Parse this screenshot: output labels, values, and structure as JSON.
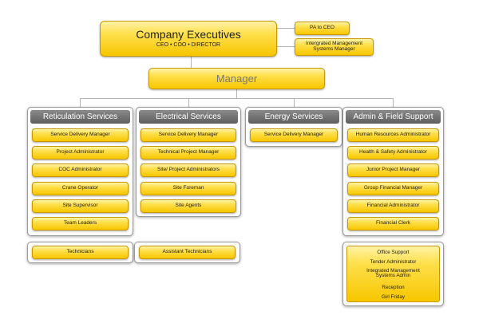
{
  "executives": {
    "title": "Company Executives",
    "subtitle": "CEO • COO • DIRECTOR"
  },
  "pa_to_ceo": "PA to CEO",
  "ims_manager": "Intergrated Management Systems Manager",
  "manager": "Manager",
  "departments": [
    {
      "name": "Reticulation Services",
      "items": [
        "Service Delivery Manager",
        "Project Administrator",
        "COC Administrator",
        "Crane Operator",
        "Site Supervisor",
        "Team Leaders"
      ],
      "sub": "Technicians"
    },
    {
      "name": "Electrical Services",
      "items": [
        "Service Delivery Manager",
        "Technical Project Manager",
        "Site/ Project Administrators",
        "Site Foreman",
        "Site Agents"
      ],
      "sub": "Assistant Technicians"
    },
    {
      "name": "Energy Services",
      "items": [
        "Service Delivery Manager"
      ]
    },
    {
      "name": "Admin & Field Support",
      "items": [
        "Human Resources Administrator",
        "Health & Safety Administrator",
        "Junior Project Manager",
        "Group Financial Manager",
        "Financial Administrator",
        "Financial Clerk"
      ],
      "sub_list": [
        "Office Support",
        "Tender Administrator",
        "Integrated Management Systems Admin",
        "Reception",
        "Girl Friday"
      ]
    }
  ]
}
